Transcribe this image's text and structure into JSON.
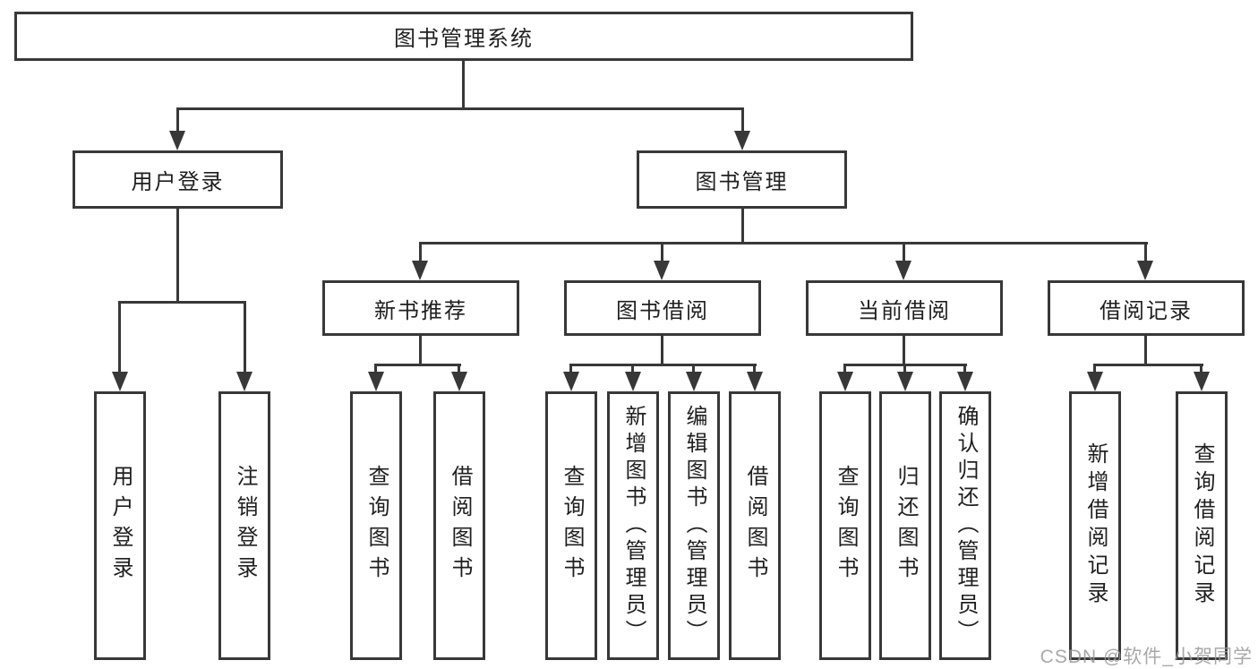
{
  "root": {
    "label": "图书管理系统"
  },
  "level2": [
    {
      "label": "用户登录"
    },
    {
      "label": "图书管理"
    }
  ],
  "level3": [
    {
      "label": "新书推荐"
    },
    {
      "label": "图书借阅"
    },
    {
      "label": "当前借阅"
    },
    {
      "label": "借阅记录"
    }
  ],
  "leaves": [
    {
      "label": "用户登录",
      "parent": "用户登录"
    },
    {
      "label": "注销登录",
      "parent": "用户登录"
    },
    {
      "label": "查询图书",
      "parent": "新书推荐"
    },
    {
      "label": "借阅图书",
      "parent": "新书推荐"
    },
    {
      "label": "查询图书",
      "parent": "图书借阅"
    },
    {
      "label": "新增图书（管理员）",
      "parent": "图书借阅"
    },
    {
      "label": "编辑图书（管理员）",
      "parent": "图书借阅"
    },
    {
      "label": "借阅图书",
      "parent": "图书借阅"
    },
    {
      "label": "查询图书",
      "parent": "当前借阅"
    },
    {
      "label": "归还图书",
      "parent": "当前借阅"
    },
    {
      "label": "确认归还（管理员）",
      "parent": "当前借阅"
    },
    {
      "label": "新增借阅记录",
      "parent": "借阅记录"
    },
    {
      "label": "查询借阅记录",
      "parent": "借阅记录"
    }
  ],
  "watermark": {
    "label": "CSDN @软件_小贺同学"
  },
  "colors": {
    "line": "#383838",
    "box_border": "#383838",
    "text": "#1f1f1f",
    "watermark": "#999999",
    "background": "#ffffff"
  },
  "chart_data": {
    "type": "tree-diagram",
    "title": "图书管理系统",
    "hierarchy": {
      "图书管理系统": {
        "用户登录": [
          "用户登录",
          "注销登录"
        ],
        "图书管理": {
          "新书推荐": [
            "查询图书",
            "借阅图书"
          ],
          "图书借阅": [
            "查询图书",
            "新增图书（管理员）",
            "编辑图书（管理员）",
            "借阅图书"
          ],
          "当前借阅": [
            "查询图书",
            "归还图书",
            "确认归还（管理员）"
          ],
          "借阅记录": [
            "新增借阅记录",
            "查询借阅记录"
          ]
        }
      }
    }
  }
}
